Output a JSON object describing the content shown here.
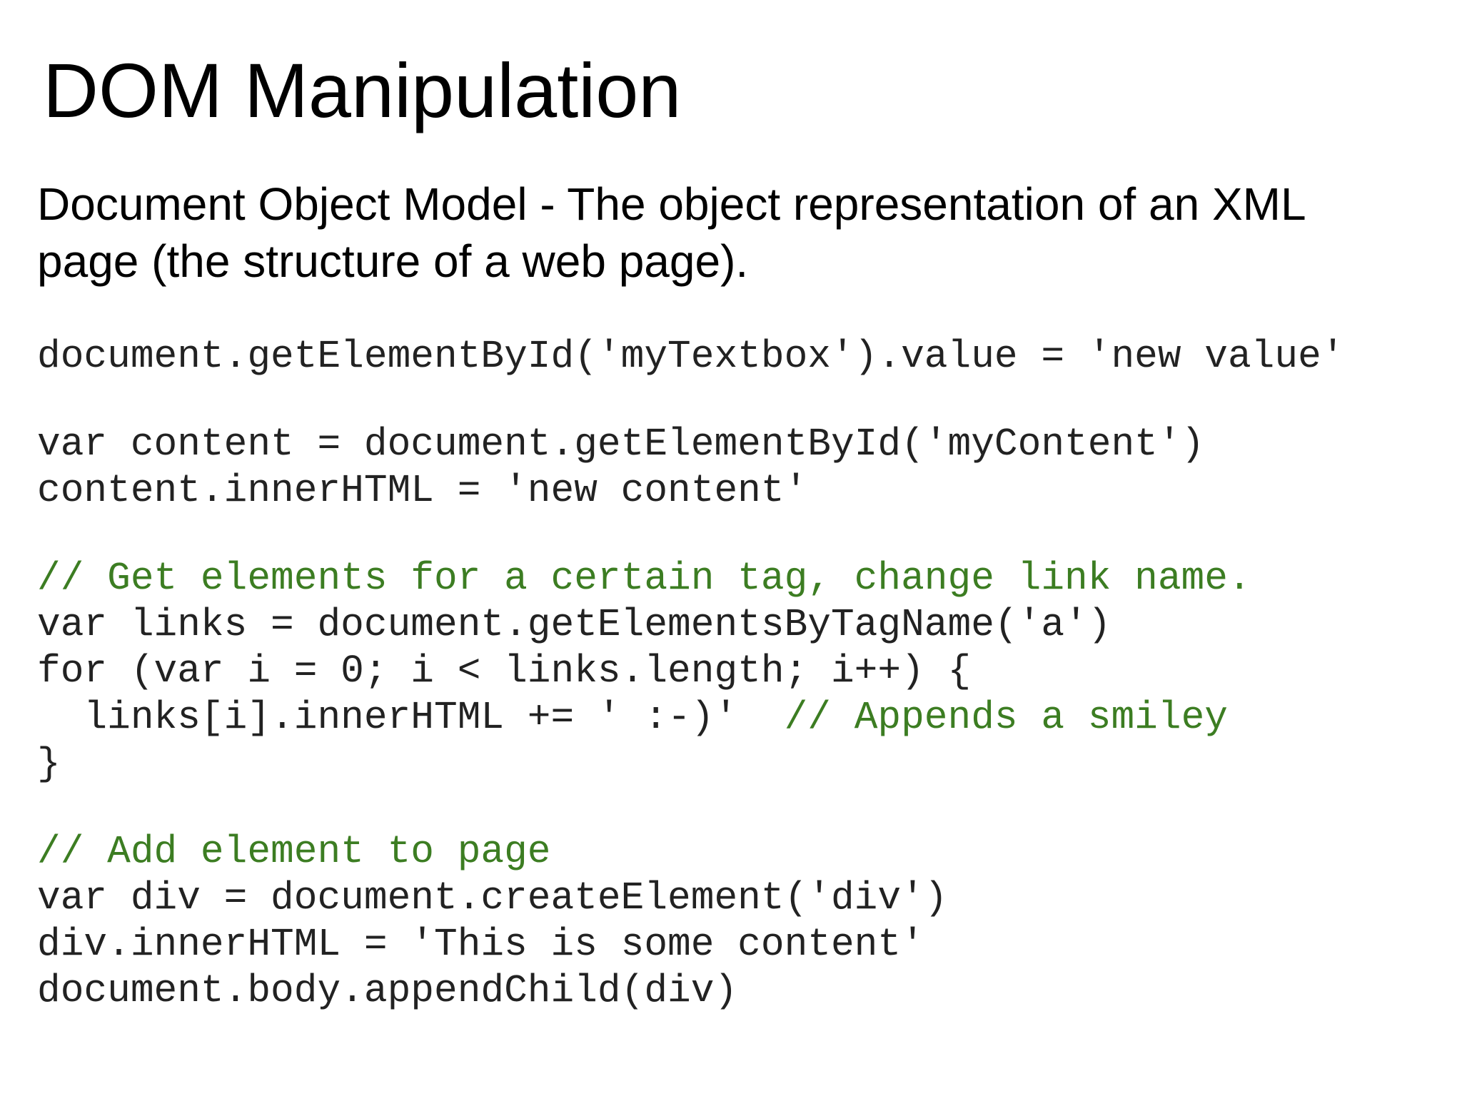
{
  "slide": {
    "title": "DOM Manipulation",
    "subtitle_lines": [
      "Document Object Model - The object representation of an XML",
      "page (the structure of a web page)."
    ],
    "code": {
      "line1": "document.getElementById('myTextbox').value = 'new value'",
      "line2": "var content = document.getElementById('myContent')",
      "line3": "content.innerHTML = 'new content'",
      "line4_comment": "// Get elements for a certain tag, change link name.",
      "line5": "var links = document.getElementsByTagName('a')",
      "line6": "for (var i = 0; i < links.length; i++) {",
      "line7_code": "  links[i].innerHTML += ' :-)'  ",
      "line7_comment": "// Appends a smiley",
      "line8": "}",
      "line9_comment": "// Add element to page",
      "line10": "var div = document.createElement('div')",
      "line11": "div.innerHTML = 'This is some content'",
      "line12": "document.body.appendChild(div)"
    },
    "colors": {
      "text": "#000000",
      "code_text": "#222222",
      "comment": "#3c7d22",
      "background": "#ffffff"
    }
  }
}
